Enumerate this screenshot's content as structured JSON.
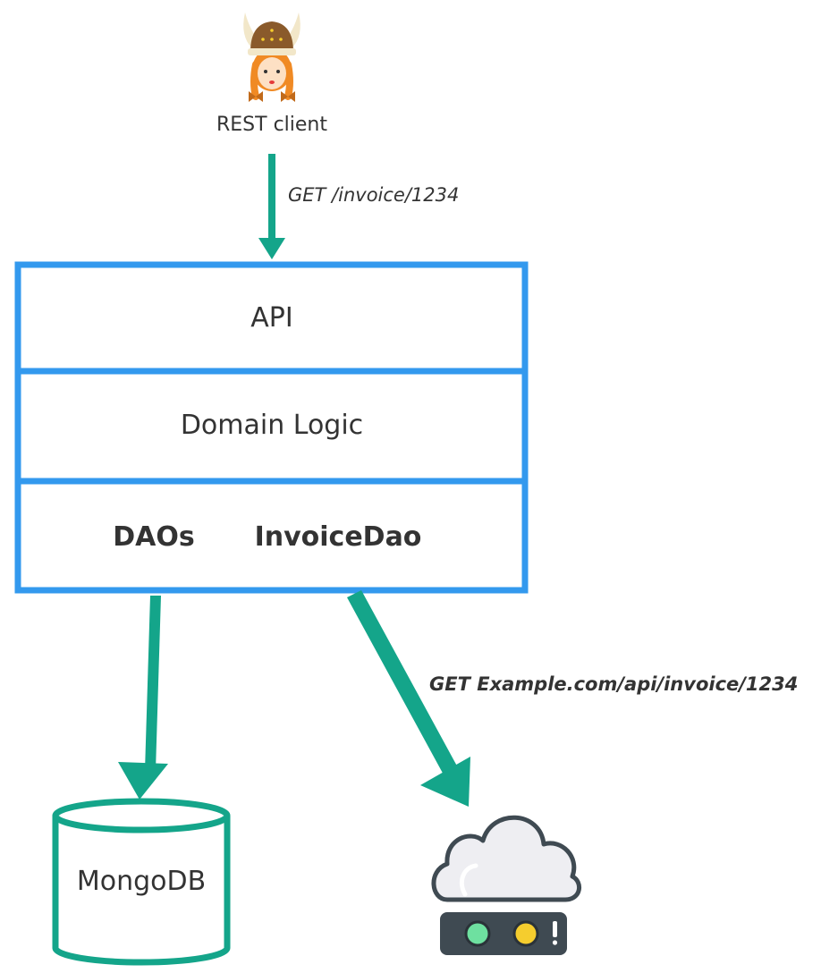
{
  "client": {
    "label": "REST client",
    "icon": "viking-girl-icon"
  },
  "request": {
    "label": "GET /invoice/1234"
  },
  "layers": {
    "api": "API",
    "domain": "Domain Logic",
    "daos": "DAOs",
    "invoice_dao": "InvoiceDao"
  },
  "database": {
    "label": "MongoDB",
    "icon": "database-cylinder-icon"
  },
  "external": {
    "request_label": "GET Example.com/api/invoice/1234",
    "icon": "cloud-server-icon"
  },
  "colors": {
    "layer_border": "#3399ee",
    "arrow": "#14a58a",
    "database": "#14a58a",
    "text": "#333333",
    "cloud_outline": "#3f4a52",
    "server_body": "#3f4a52",
    "light_green": "#6ee0a0",
    "light_yellow": "#f5cd2e"
  }
}
